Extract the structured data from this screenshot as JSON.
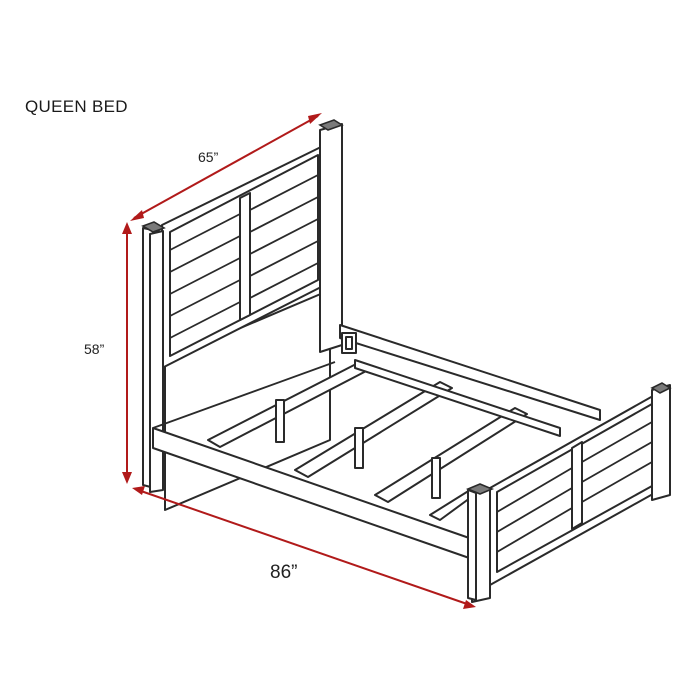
{
  "title": "QUEEN BED",
  "dimensions": {
    "width": "65”",
    "height": "58”",
    "length": "86”"
  },
  "colors": {
    "dimension_lines": "#b11a1a",
    "outline": "#2a2a2a",
    "post_caps": "#7a7a7a"
  }
}
